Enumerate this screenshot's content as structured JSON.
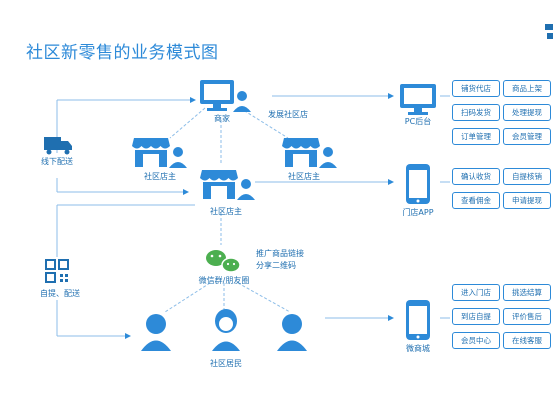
{
  "title": "社区新零售的业务模式图",
  "nodes": {
    "merchant": "商家",
    "open_store": "发展社区店",
    "owner_left": "社区店主",
    "owner_right": "社区店主",
    "owner_center": "社区店主",
    "wechat": "微信群/朋友圈",
    "promote_line1": "推广商品链接",
    "promote_line2": "分享二维码",
    "residents": "社区居民",
    "offline_delivery": "线下配送",
    "self_pickup": "自提、配送"
  },
  "channels": {
    "pc": "PC后台",
    "store_app": "门店APP",
    "micro_mall": "微商城"
  },
  "features": {
    "pc": [
      "铺货代店",
      "商品上架",
      "扫码发货",
      "处理提现",
      "订单管理",
      "会员管理"
    ],
    "store_app": [
      "确认收货",
      "自提核销",
      "查看佣金",
      "申请提现"
    ],
    "micro_mall": [
      "进入门店",
      "挑选结算",
      "到店自提",
      "评价售后",
      "会员中心",
      "在线客服"
    ]
  },
  "colors": {
    "primary": "#2d8ad8",
    "dark": "#1f6fb0",
    "wechat_green": "#4caf50",
    "line": "#8cbde8"
  }
}
